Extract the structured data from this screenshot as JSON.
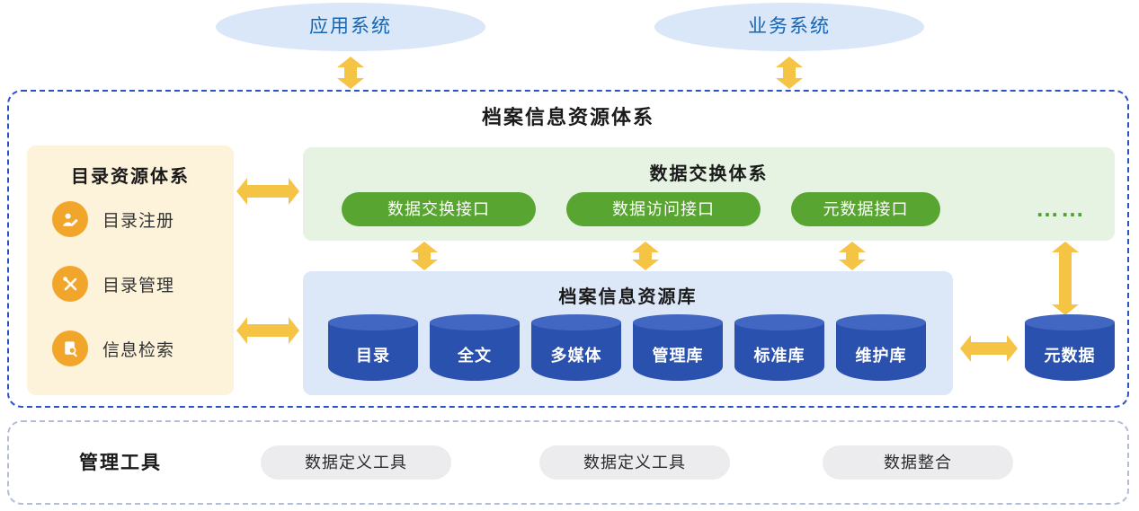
{
  "top_nodes": [
    {
      "label": "应用系统"
    },
    {
      "label": "业务系统"
    }
  ],
  "main": {
    "title": "档案信息资源体系",
    "catalog_panel": {
      "title": "目录资源体系",
      "items": [
        {
          "label": "目录注册",
          "icon": "user-register-icon"
        },
        {
          "label": "目录管理",
          "icon": "tools-icon"
        },
        {
          "label": "信息检索",
          "icon": "doc-search-icon"
        }
      ]
    },
    "exchange_panel": {
      "title": "数据交换体系",
      "interfaces": [
        "数据交换接口",
        "数据访问接口",
        "元数据接口"
      ],
      "ellipsis": "……"
    },
    "repository_panel": {
      "title": "档案信息资源库",
      "databases": [
        "目录",
        "全文",
        "多媒体",
        "管理库",
        "标准库",
        "维护库"
      ]
    },
    "metadata_db": {
      "label": "元数据"
    }
  },
  "tools_panel": {
    "title": "管理工具",
    "tools": [
      "数据定义工具",
      "数据定义工具",
      "数据整合"
    ]
  },
  "colors": {
    "arrow": "#f6c445",
    "node_fill": "#d9e7f8",
    "node_text": "#1466b3",
    "green_panel": "#e7f3e2",
    "green_button": "#58a532",
    "blue_panel": "#dce7f8",
    "cylinder_blue": "#2b51ae",
    "catalog_panel": "#fcf3da",
    "icon_orange": "#f2a52b",
    "main_border": "#2c52c8",
    "tools_border": "#b3bdd6"
  }
}
